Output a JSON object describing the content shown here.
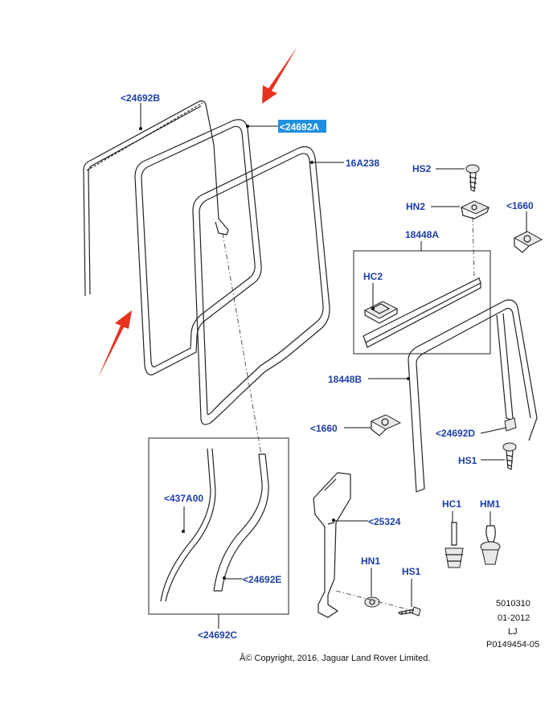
{
  "labels": {
    "c24692B": "<24692B",
    "c24692A": "<24692A",
    "c16A238": "16A238",
    "cHS2": "HS2",
    "cHN2": "HN2",
    "c1660a": "<1660",
    "c18448A": "18448A",
    "cHC2": "HC2",
    "c18448B": "18448B",
    "c1660b": "<1660",
    "c24692D": "<24692D",
    "cHS1a": "HS1",
    "c437A00": "<437A00",
    "c25324": "<25324",
    "cHC1": "HC1",
    "cHM1": "HM1",
    "cHN1": "HN1",
    "cHS1b": "HS1",
    "c24692E": "<24692E",
    "c24692C": "<24692C"
  },
  "meta": {
    "code": "5010310",
    "date": "01-2012",
    "initials": "LJ",
    "ref": "P0149454-05",
    "copyright": "Â© Copyright, 2016. Jaguar Land Rover Limited."
  },
  "colors": {
    "callout": "#1c3fa8",
    "highlight": "#1f8fe0",
    "arrow": "#e8321e"
  }
}
